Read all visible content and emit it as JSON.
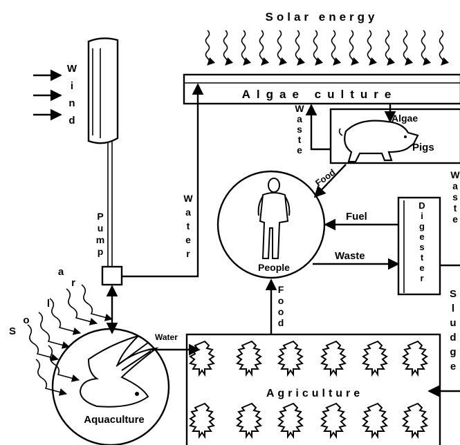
{
  "labels": {
    "solar_energy": "Solar energy",
    "wind": "Wind",
    "algae_culture": "Algae culture",
    "algae": "Algae",
    "pigs": "Pigs",
    "waste_vertical_left": "Waste",
    "waste_vertical_right": "Waste",
    "food_diagonal": "Food",
    "water_vertical": "Water",
    "pump": "Pump",
    "fuel": "Fuel",
    "waste_horizontal": "Waste",
    "digester": "Digester",
    "people": "People",
    "food_vertical": "Food",
    "sludge": "Sludge",
    "solar_diagonal": "Solar",
    "water_small": "Water",
    "agriculture": "Agriculture",
    "aquaculture": "Aquaculture"
  }
}
